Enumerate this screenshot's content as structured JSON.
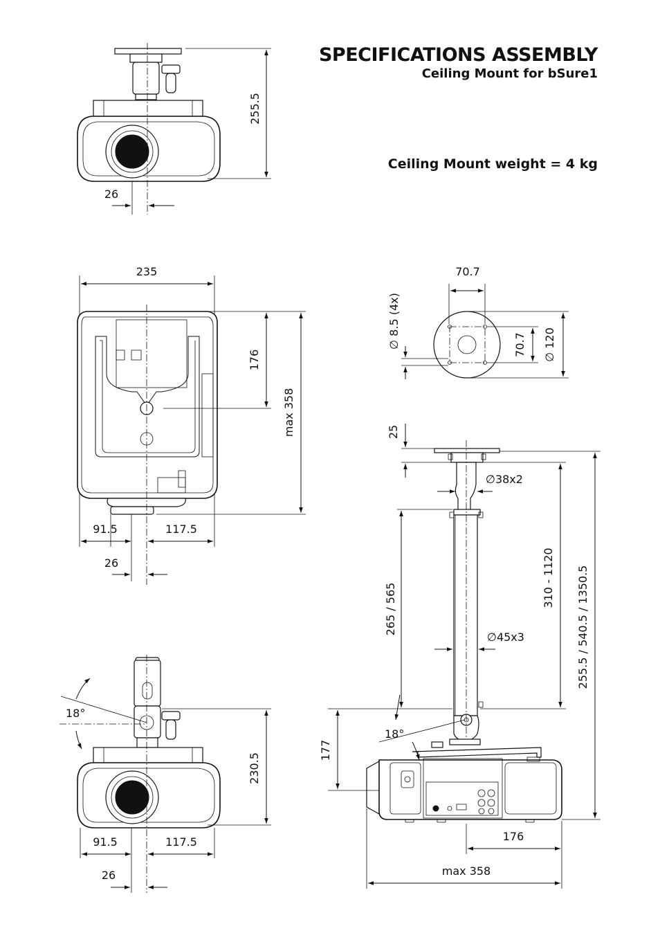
{
  "header": {
    "title": "SPECIFICATIONS ASSEMBLY",
    "subtitle": "Ceiling Mount for bSure1",
    "weight": "Ceiling Mount weight = 4 kg"
  },
  "dims": {
    "top_height": "255.5",
    "top_offset": "26",
    "width": "235",
    "depth_176": "176",
    "max_depth": "max 358",
    "left_91": "91.5",
    "right_117": "117.5",
    "offset_26": "26",
    "plate_pitch_h": "70.7",
    "plate_pitch_v": "70.7",
    "hole_dia": "∅ 8.5 (4x)",
    "plate_dia": "∅ 120",
    "plate_thk": "25",
    "tube_small": "∅38x2",
    "tube_large": "∅45x3",
    "tube_length": "265 / 565",
    "range_tele": "310 - 1120",
    "total_heights": "255.5 / 540.5 / 1350.5",
    "tilt_front": "18°",
    "tilt_side": "18°",
    "side_177": "177",
    "front_height": "230.5",
    "bottom_176": "176",
    "bottom_max": "max 358",
    "front_left_91": "91.5",
    "front_right_117": "117.5",
    "front_offset_26": "26"
  }
}
